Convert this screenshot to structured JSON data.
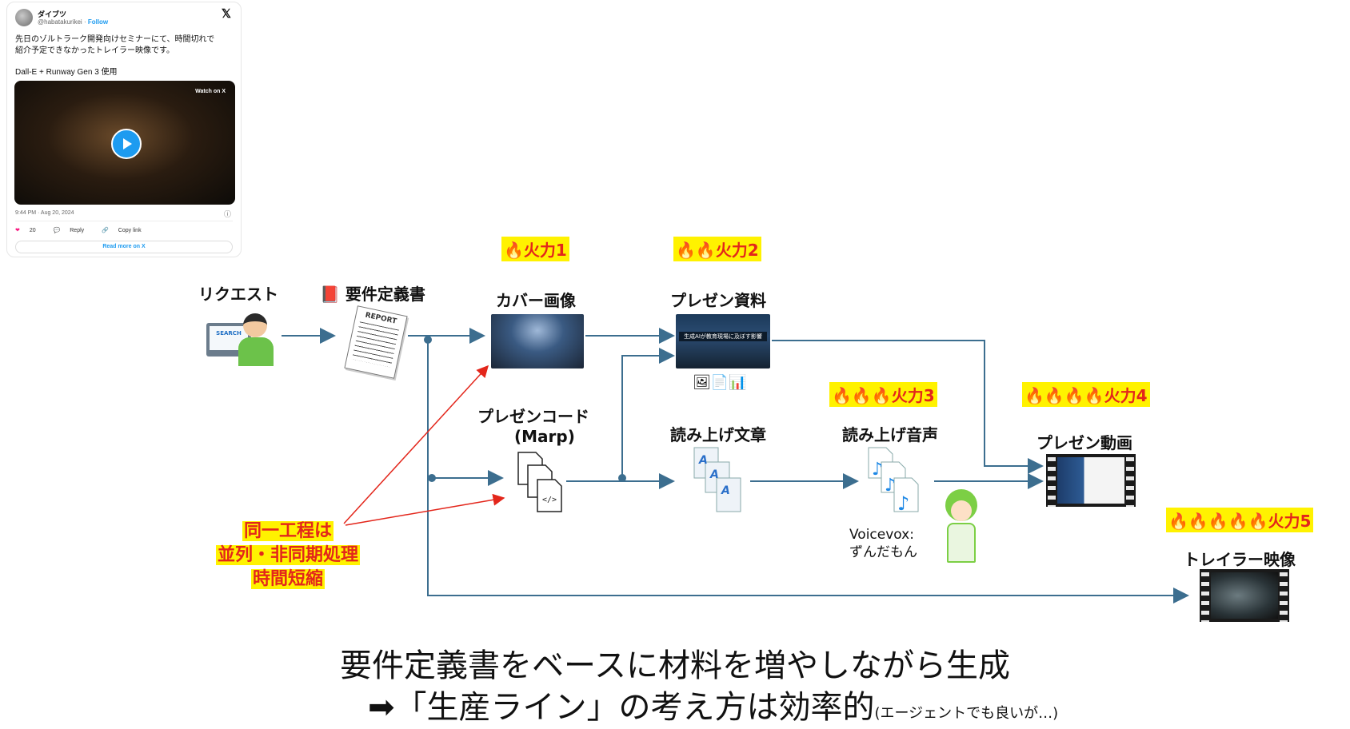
{
  "tweet": {
    "name": "ダイブツ",
    "handle": "@habatakurikei",
    "follow": "Follow",
    "text_line1": "先日のゾルトラーク開発向けセミナーにて、時間切れで",
    "text_line2": "紹介予定できなかったトレイラー映像です。",
    "text_line3": "Dall-E + Runway Gen 3 使用",
    "watch_label": "Watch on X",
    "timestamp": "9:44 PM · Aug 20, 2024",
    "likes": "20",
    "reply": "Reply",
    "copy_link": "Copy link",
    "read_more": "Read more on X"
  },
  "fire_badges": {
    "f1": "火力1",
    "f2": "火力2",
    "f3": "火力3",
    "f4": "火力4",
    "f5": "火力5"
  },
  "nodes": {
    "request": "リクエスト",
    "requirements": "要件定義書",
    "report_text": "REPORT",
    "search_text": "SEARCH",
    "cover": "カバー画像",
    "presentation": "プレゼン資料",
    "presentation_banner": "生成AIが教育現場に及ぼす影響",
    "code_line1": "プレゼンコード",
    "code_line2": "(Marp)",
    "read_text": "読み上げ文章",
    "read_audio": "読み上げ音声",
    "voicevox_line1": "Voicevox:",
    "voicevox_line2": "ずんだもん",
    "video": "プレゼン動画",
    "trailer": "トレイラー映像"
  },
  "note": {
    "line1": "同一工程は",
    "line2": "並列・非同期処理",
    "line3": "時間短縮"
  },
  "bottom": {
    "line1": "要件定義書をベースに材料を増やしながら生成",
    "line2": "➡「生産ライン」の考え方は効率的",
    "line2_small": "(エージェントでも良いが…)"
  },
  "colors": {
    "arrow": "#3c6e8f",
    "red_arrow": "#e3261b",
    "badge_bg": "#fff200",
    "badge_text": "#e3261b"
  }
}
